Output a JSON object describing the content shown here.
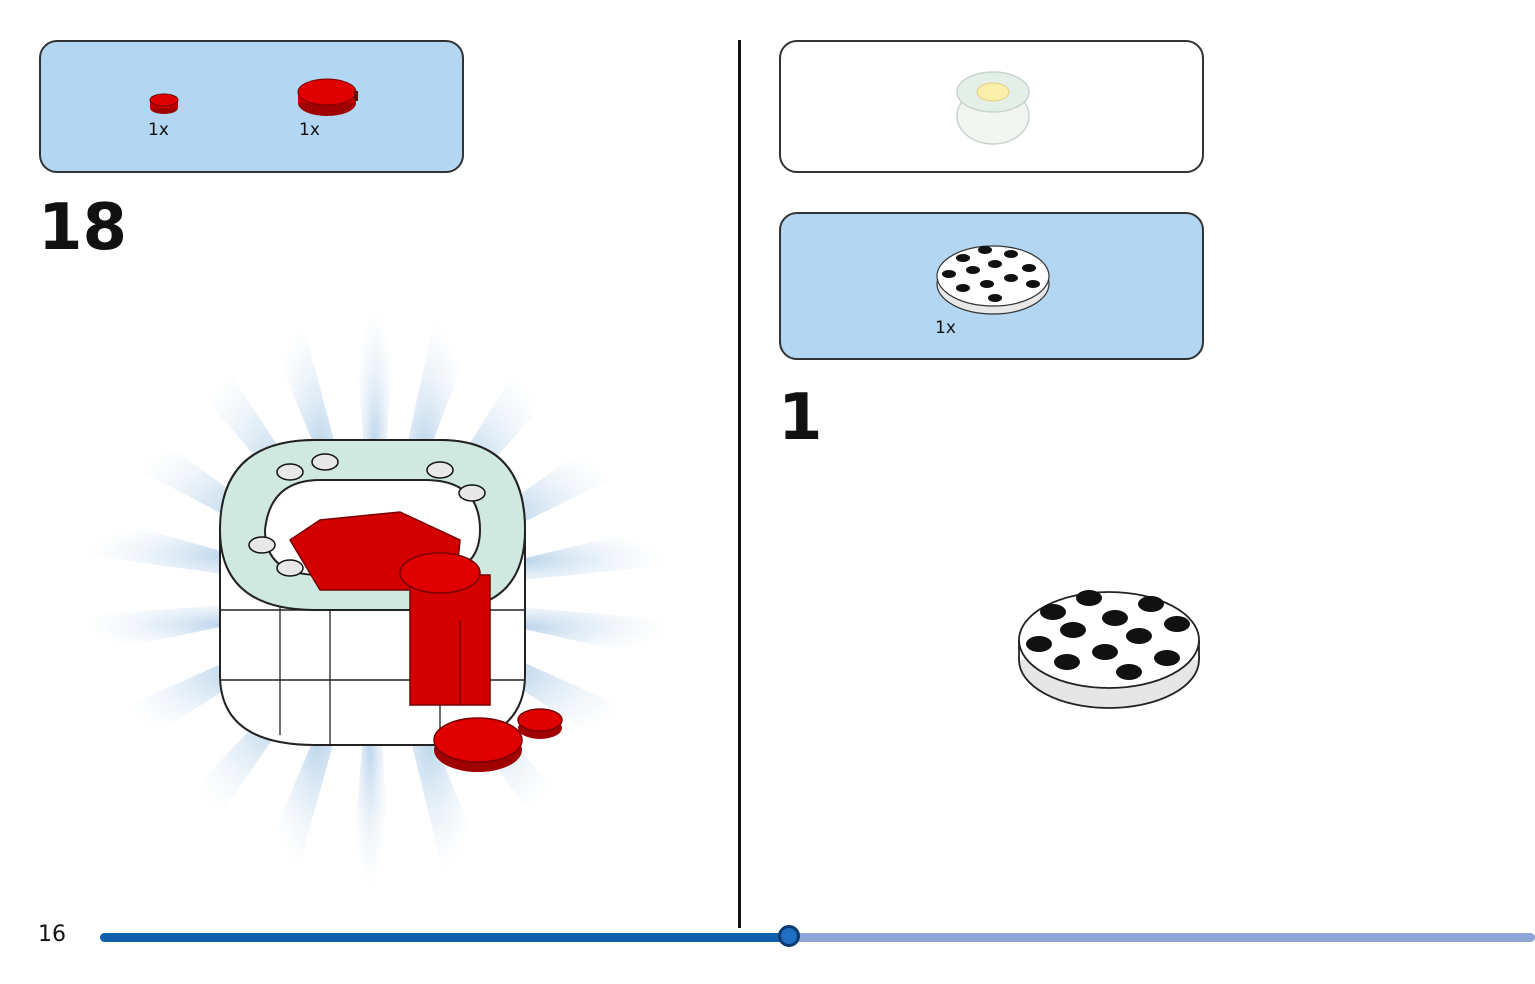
{
  "left_page": {
    "parts_panel": {
      "items": [
        {
          "icon": "round-tile-1x1-red-icon",
          "qty": "1x"
        },
        {
          "icon": "round-tile-2x2-red-icon",
          "qty": "1x"
        }
      ]
    },
    "step_number": "18"
  },
  "right_page": {
    "submodel_preview": {
      "icon": "submodel-preview-icon"
    },
    "parts_panel": {
      "items": [
        {
          "icon": "round-plate-4x4-white-icon",
          "qty": "1x"
        }
      ]
    },
    "step_number": "1"
  },
  "footer": {
    "page_number": "16",
    "progress_fraction": 0.48
  },
  "colors": {
    "parts_panel_bg": "#b3d7f3",
    "brick_red": "#d40000",
    "transparent_green": "#cfe9e1",
    "progress_done": "#1060ad",
    "progress_remaining": "#8ba6d6"
  }
}
